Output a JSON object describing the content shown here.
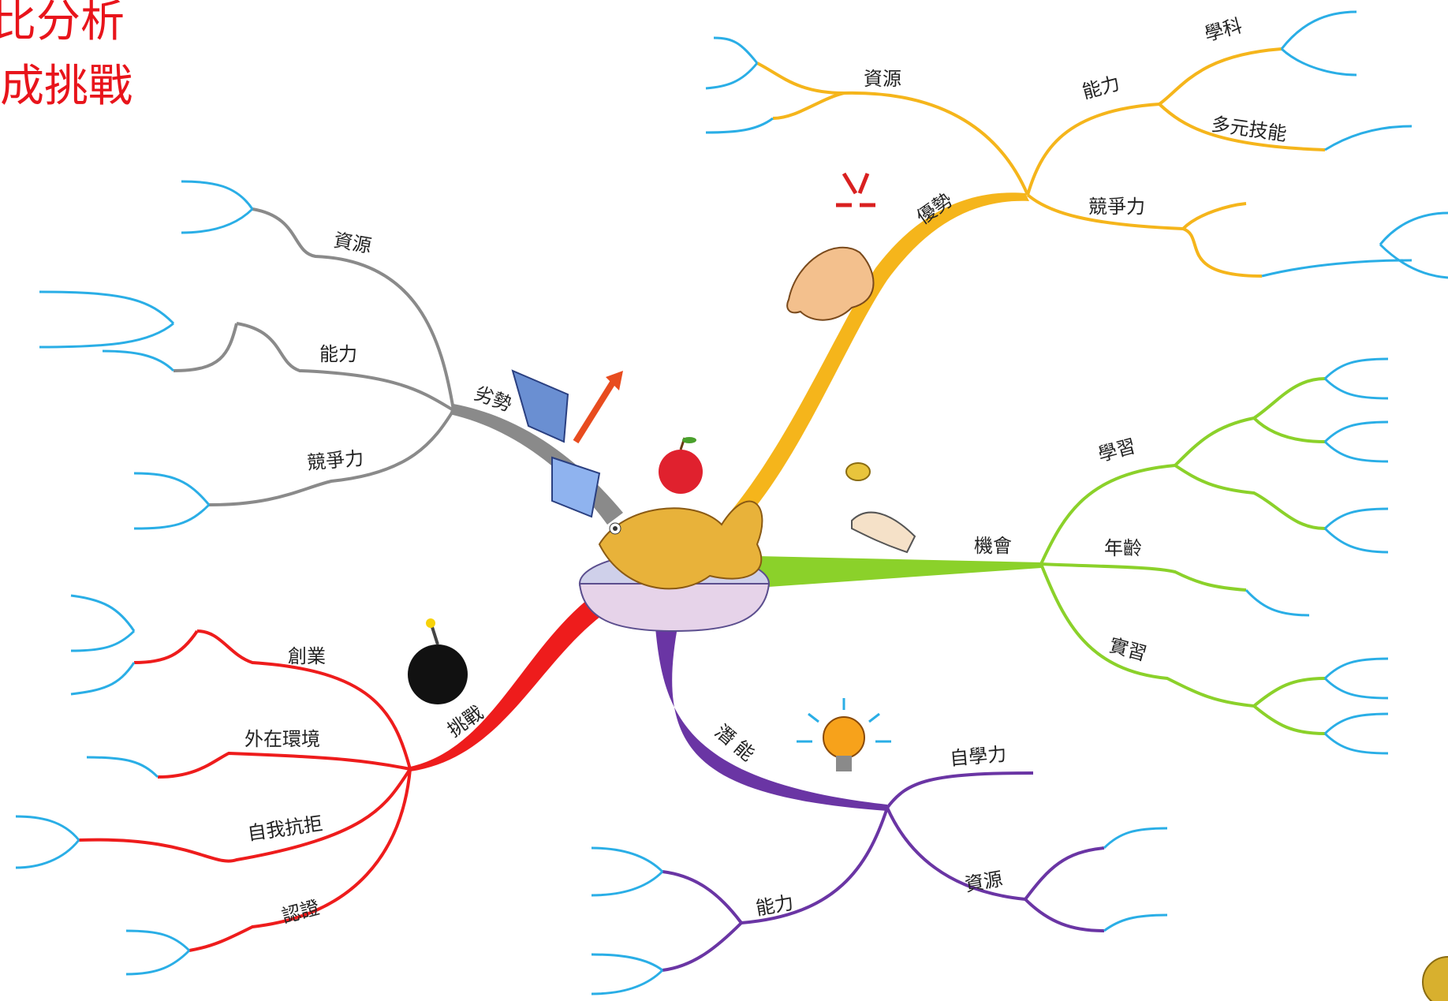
{
  "title": {
    "line1": "比分析",
    "line2": "成挑戰"
  },
  "colors": {
    "strength": "#f5b51b",
    "weakness": "#8a8a8a",
    "opportunity": "#8bd12a",
    "threat": "#ee1c1c",
    "potential": "#6a35a4",
    "leaf": "#2aaee6"
  },
  "center": {
    "icon": "goldfish-in-bowl-icon"
  },
  "branches": {
    "strength": {
      "label": "優勢",
      "icon": "flexed-arm-icon",
      "children": [
        "資源",
        "能力",
        "競爭力"
      ],
      "subchildren": [
        "學科",
        "多元技能"
      ]
    },
    "weakness": {
      "label": "劣勢",
      "icon": "level-up-icon",
      "children": [
        "資源",
        "能力",
        "競爭力"
      ]
    },
    "opportunity": {
      "label": "機會",
      "icon": "coin-flip-icon",
      "children": [
        "學習",
        "年齡",
        "實習"
      ]
    },
    "threat": {
      "label": "挑戰",
      "icon": "bomb-icon",
      "children": [
        "創業",
        "外在環境",
        "自我抗拒",
        "認證"
      ]
    },
    "potential": {
      "label": "潛 能",
      "icon": "lightbulb-icon",
      "children": [
        "自學力",
        "資源",
        "能力"
      ]
    }
  }
}
